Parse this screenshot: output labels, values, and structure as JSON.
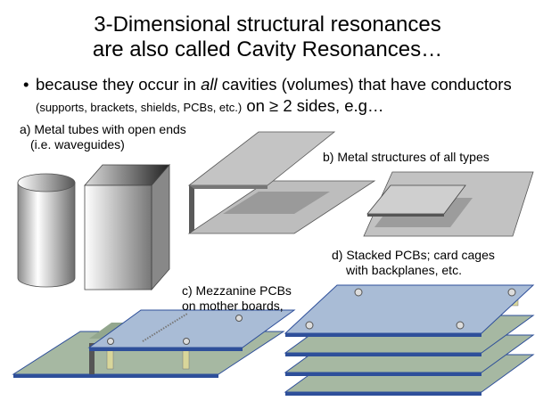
{
  "title": {
    "line1": "3-Dimensional structural resonances",
    "line2": "are also called Cavity Resonances…"
  },
  "bullet": {
    "symbol": "•",
    "text_before": "because they occur in ",
    "emphasis": "all",
    "text_after": " cavities (volumes) that have conductors",
    "sub_small": "(supports, brackets, shields, PCBs, etc.)",
    "sub_big": " on ≥ 2 sides, e.g…"
  },
  "labels": {
    "a_line1": "a) Metal tubes with open ends",
    "a_line2": "(i.e. waveguides)",
    "b": "b) Metal structures of all types",
    "c_line1": "c) Mezzanine PCBs",
    "c_line2": "on mother boards,",
    "d_line1": "d) Stacked PCBs; card cages",
    "d_line2": "with backplanes, etc."
  },
  "colors": {
    "pcb_blue": "#a9bcd6",
    "pcb_green": "#a6b8a2",
    "pcb_edge": "#2e4f9a",
    "metal": "#b9b9b9",
    "post": "#d8d69a"
  }
}
